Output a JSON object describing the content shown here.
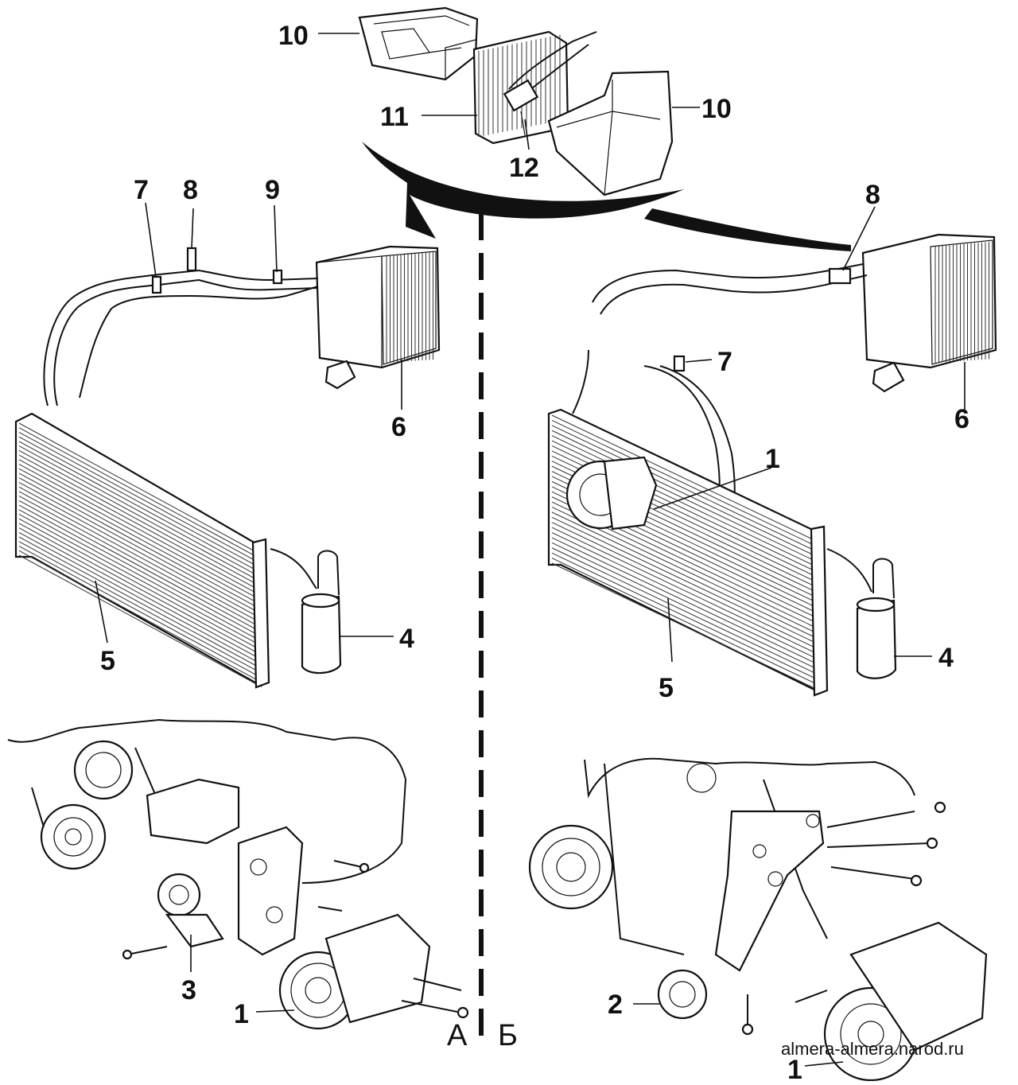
{
  "callouts": {
    "top_10_left": "10",
    "top_10_right": "10",
    "top_11": "11",
    "top_12": "12",
    "a_7": "7",
    "a_8": "8",
    "a_9": "9",
    "a_6": "6",
    "a_5": "5",
    "a_4": "4",
    "a_3": "3",
    "a_1": "1",
    "b_8": "8",
    "b_7": "7",
    "b_6": "6",
    "b_1_upper": "1",
    "b_5": "5",
    "b_4": "4",
    "b_2": "2",
    "b_1_lower": "1"
  },
  "sections": {
    "left": "А",
    "right": "Б"
  },
  "watermark": "almera-almera.narod.ru"
}
